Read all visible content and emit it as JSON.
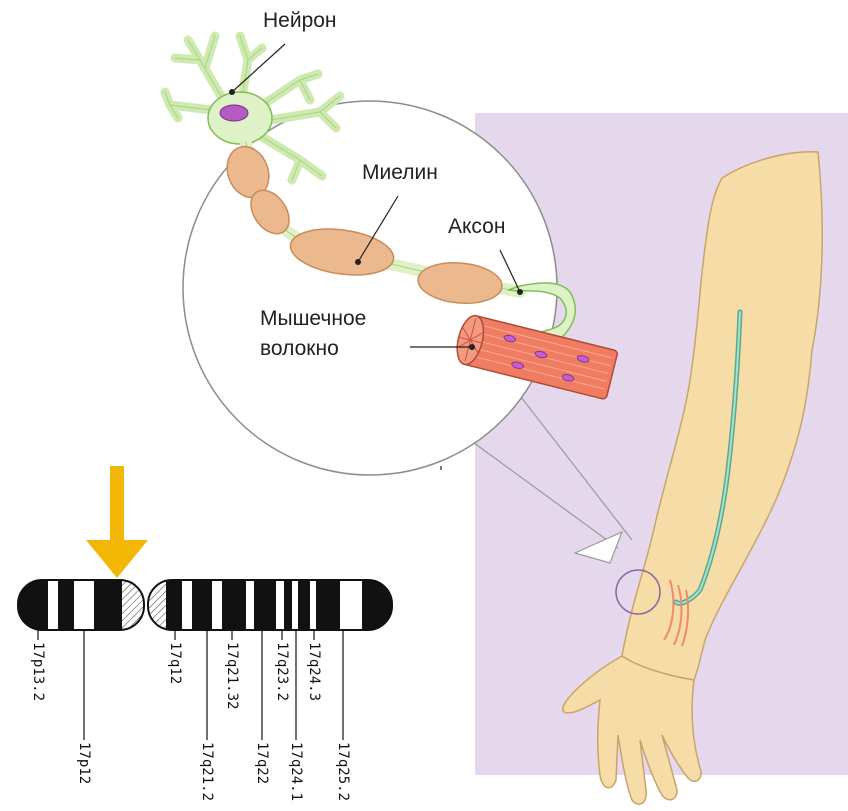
{
  "labels": {
    "neuron": "Нейрон",
    "myelin": "Миелин",
    "axon": "Аксон",
    "muscle_fiber_line1": "Мышечное",
    "muscle_fiber_line2": "волокно"
  },
  "chromosome": {
    "bands_top": [
      "17p13.2",
      "17q12",
      "17q21.32",
      "17q23.2",
      "17q24.3"
    ],
    "bands_bottom": [
      "17p12",
      "17q21.2",
      "17q22",
      "17q24.1",
      "17q25.2"
    ]
  },
  "colors": {
    "panel": "#e5d8ec",
    "skin": "#f6dca6",
    "skin_stroke": "#c9a46a",
    "nerve": "#7ecab0",
    "neuron_fill": "#dff1c6",
    "neuron_stroke": "#7fbf55",
    "myelin": "#ebb98d",
    "muscle": "#f07c62",
    "arrow": "#f2b705"
  },
  "icons": {
    "pointer_arrow": "down-arrow-icon"
  }
}
